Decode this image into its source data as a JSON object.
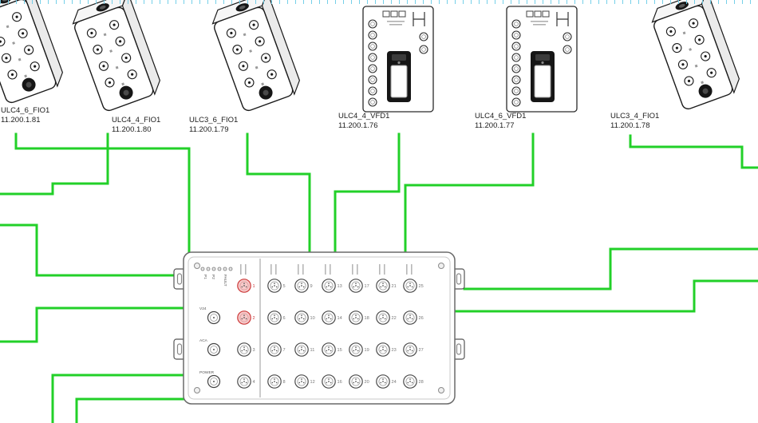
{
  "canvas": {
    "cable_color": "#22d028",
    "grid_tick_color": "#6ecde8",
    "highlight_color": "#cc3b3b"
  },
  "devices": [
    {
      "name": "ULC4_6_FIO1",
      "ip": "11.200.1.81"
    },
    {
      "name": "ULC4_4_FIO1",
      "ip": "11.200.1.80"
    },
    {
      "name": "ULC3_6_FIO1",
      "ip": "11.200.1.79"
    },
    {
      "name": "ULC4_4_VFD1",
      "ip": "11.200.1.76"
    },
    {
      "name": "ULC4_6_VFD1",
      "ip": "11.200.1.77"
    },
    {
      "name": "ULC3_4_FIO1",
      "ip": "11.200.1.78"
    }
  ],
  "switch": {
    "led_labels": [
      "P1",
      "P2",
      "FAULT"
    ],
    "aux_port_labels": [
      "V24",
      "ACA",
      "POWER"
    ],
    "port_numbers": [
      1,
      2,
      3,
      4,
      5,
      6,
      7,
      8,
      9,
      10,
      11,
      12,
      13,
      14,
      15,
      16,
      17,
      18,
      19,
      20,
      21,
      22,
      23,
      24,
      25,
      26,
      27,
      28
    ],
    "highlighted_ports": [
      1,
      2
    ]
  }
}
